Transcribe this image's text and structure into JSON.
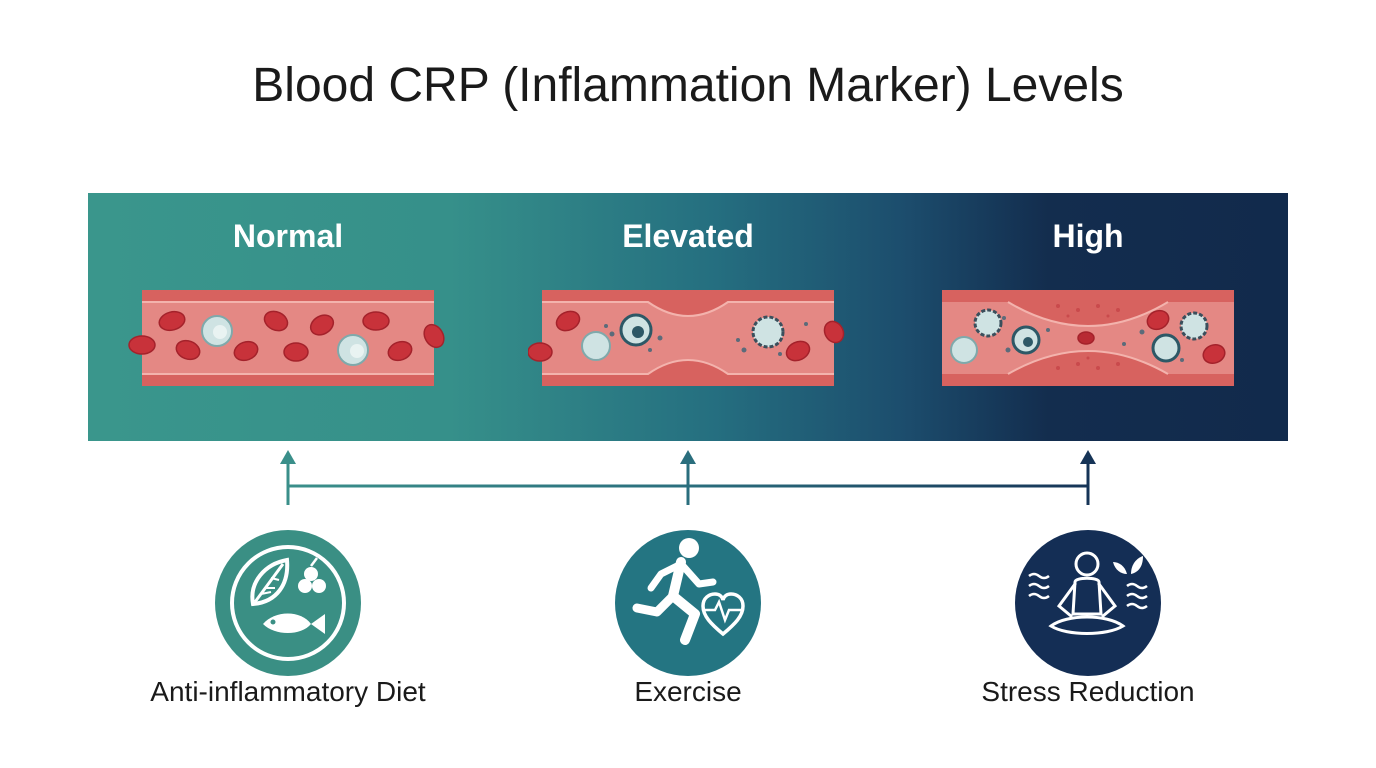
{
  "title": "Blood CRP (Inflammation Marker) Levels",
  "stages": [
    {
      "label": "Normal"
    },
    {
      "label": "Elevated"
    },
    {
      "label": "High"
    }
  ],
  "actions": [
    {
      "label": "Anti-inflammatory Diet",
      "icon": "diet-leaf-berries-fish-icon"
    },
    {
      "label": "Exercise",
      "icon": "running-person-heartbeat-icon"
    },
    {
      "label": "Stress Reduction",
      "icon": "meditation-person-icon"
    }
  ],
  "colors": {
    "teal": "#3a968c",
    "mid_blue": "#256f80",
    "navy": "#112a4c",
    "vessel_wall": "#d9605f",
    "plasma": "#e88a86",
    "red_cell": "#c8323a",
    "white_cell": "#cfe3e3"
  }
}
